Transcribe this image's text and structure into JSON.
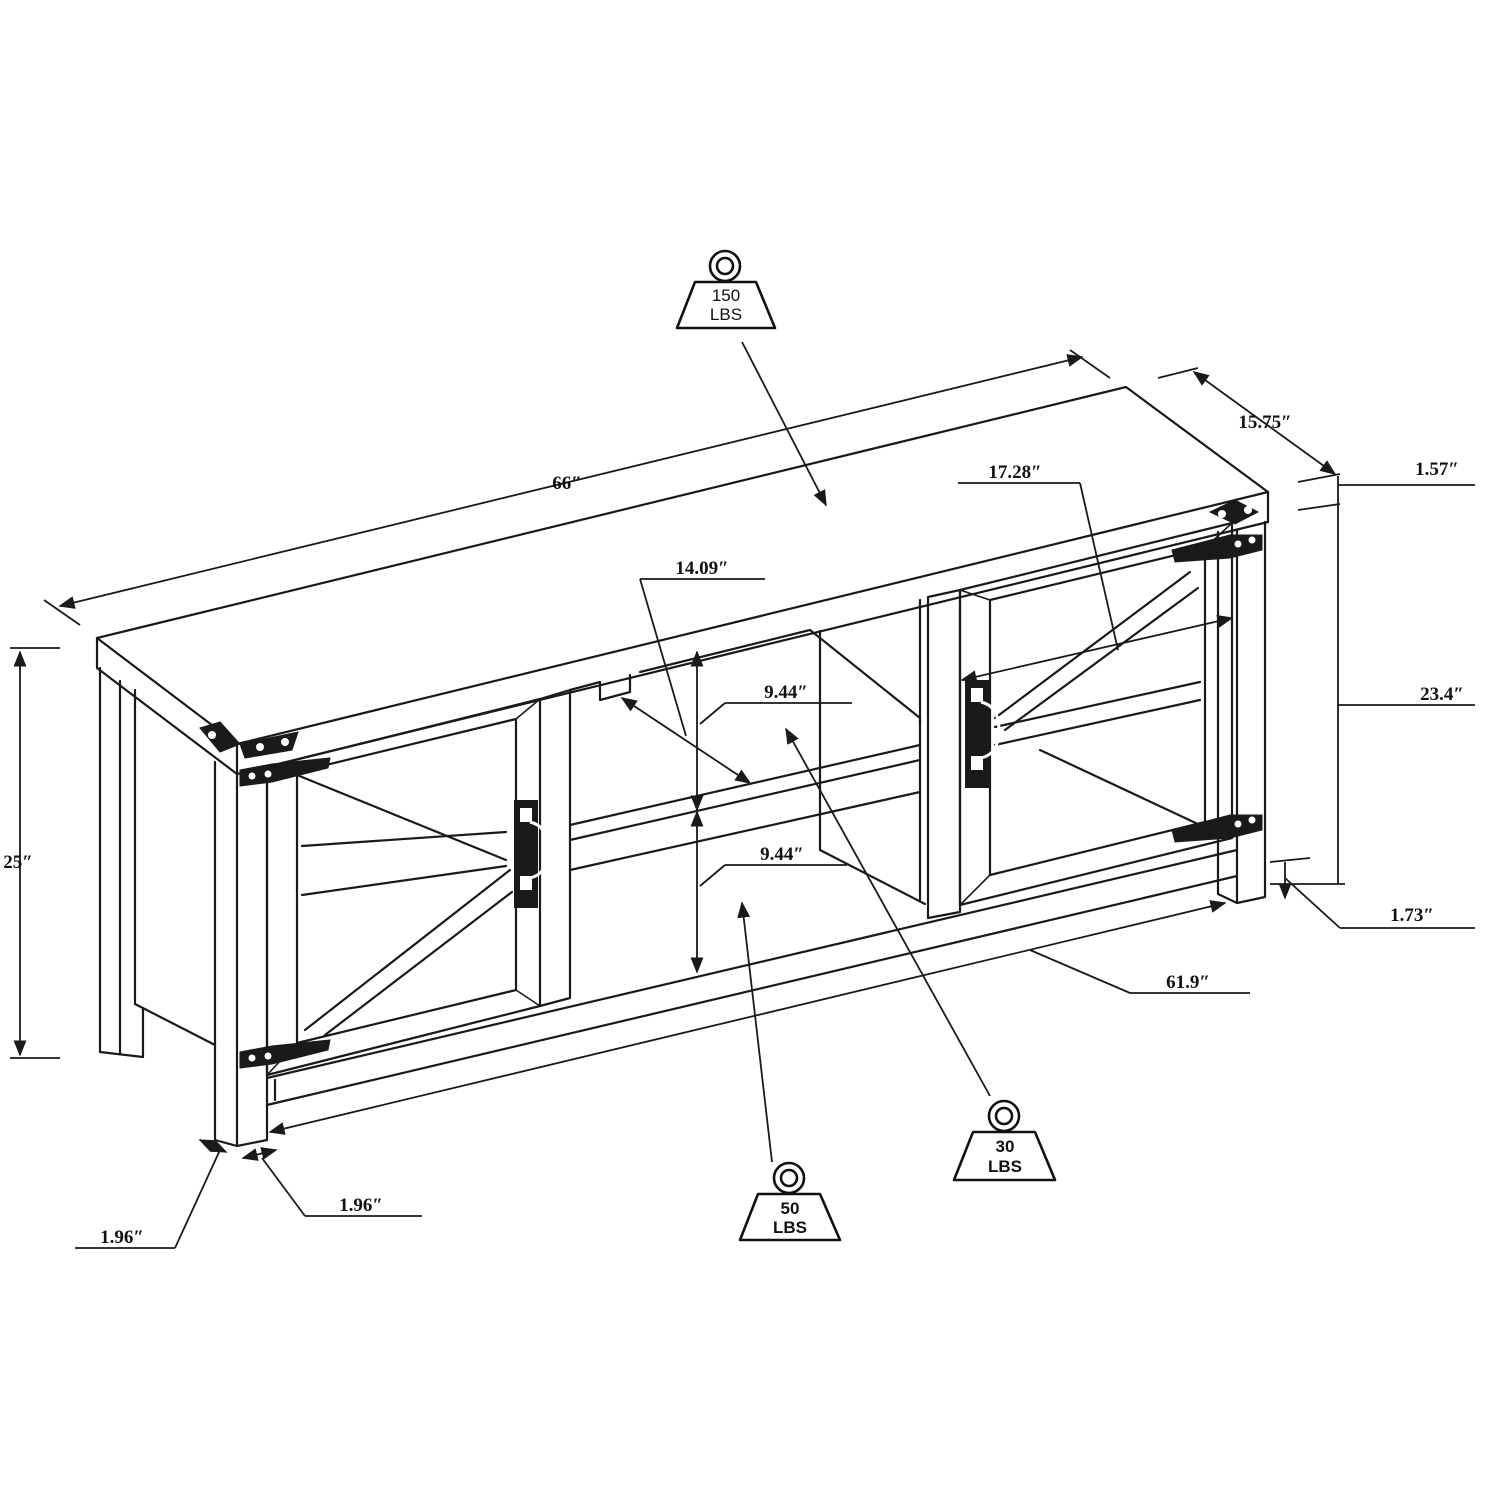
{
  "dimensions": {
    "length": "66″",
    "depth": "15.75″",
    "top_thickness": "1.57″",
    "door_height": "17.28″",
    "center_width": "14.09″",
    "upper_shelf_height": "9.44″",
    "lower_shelf_height": "9.44″",
    "total_height": "25″",
    "body_height": "23.4″",
    "base_clearance": "1.73″",
    "base_length": "61.9″",
    "leg_depth": "1.96″",
    "leg_width": "1.96″"
  },
  "weights": {
    "top": {
      "value": "150",
      "unit": "LBS"
    },
    "upper_shelf": {
      "value": "30",
      "unit": "LBS"
    },
    "lower_shelf": {
      "value": "50",
      "unit": "LBS"
    }
  }
}
